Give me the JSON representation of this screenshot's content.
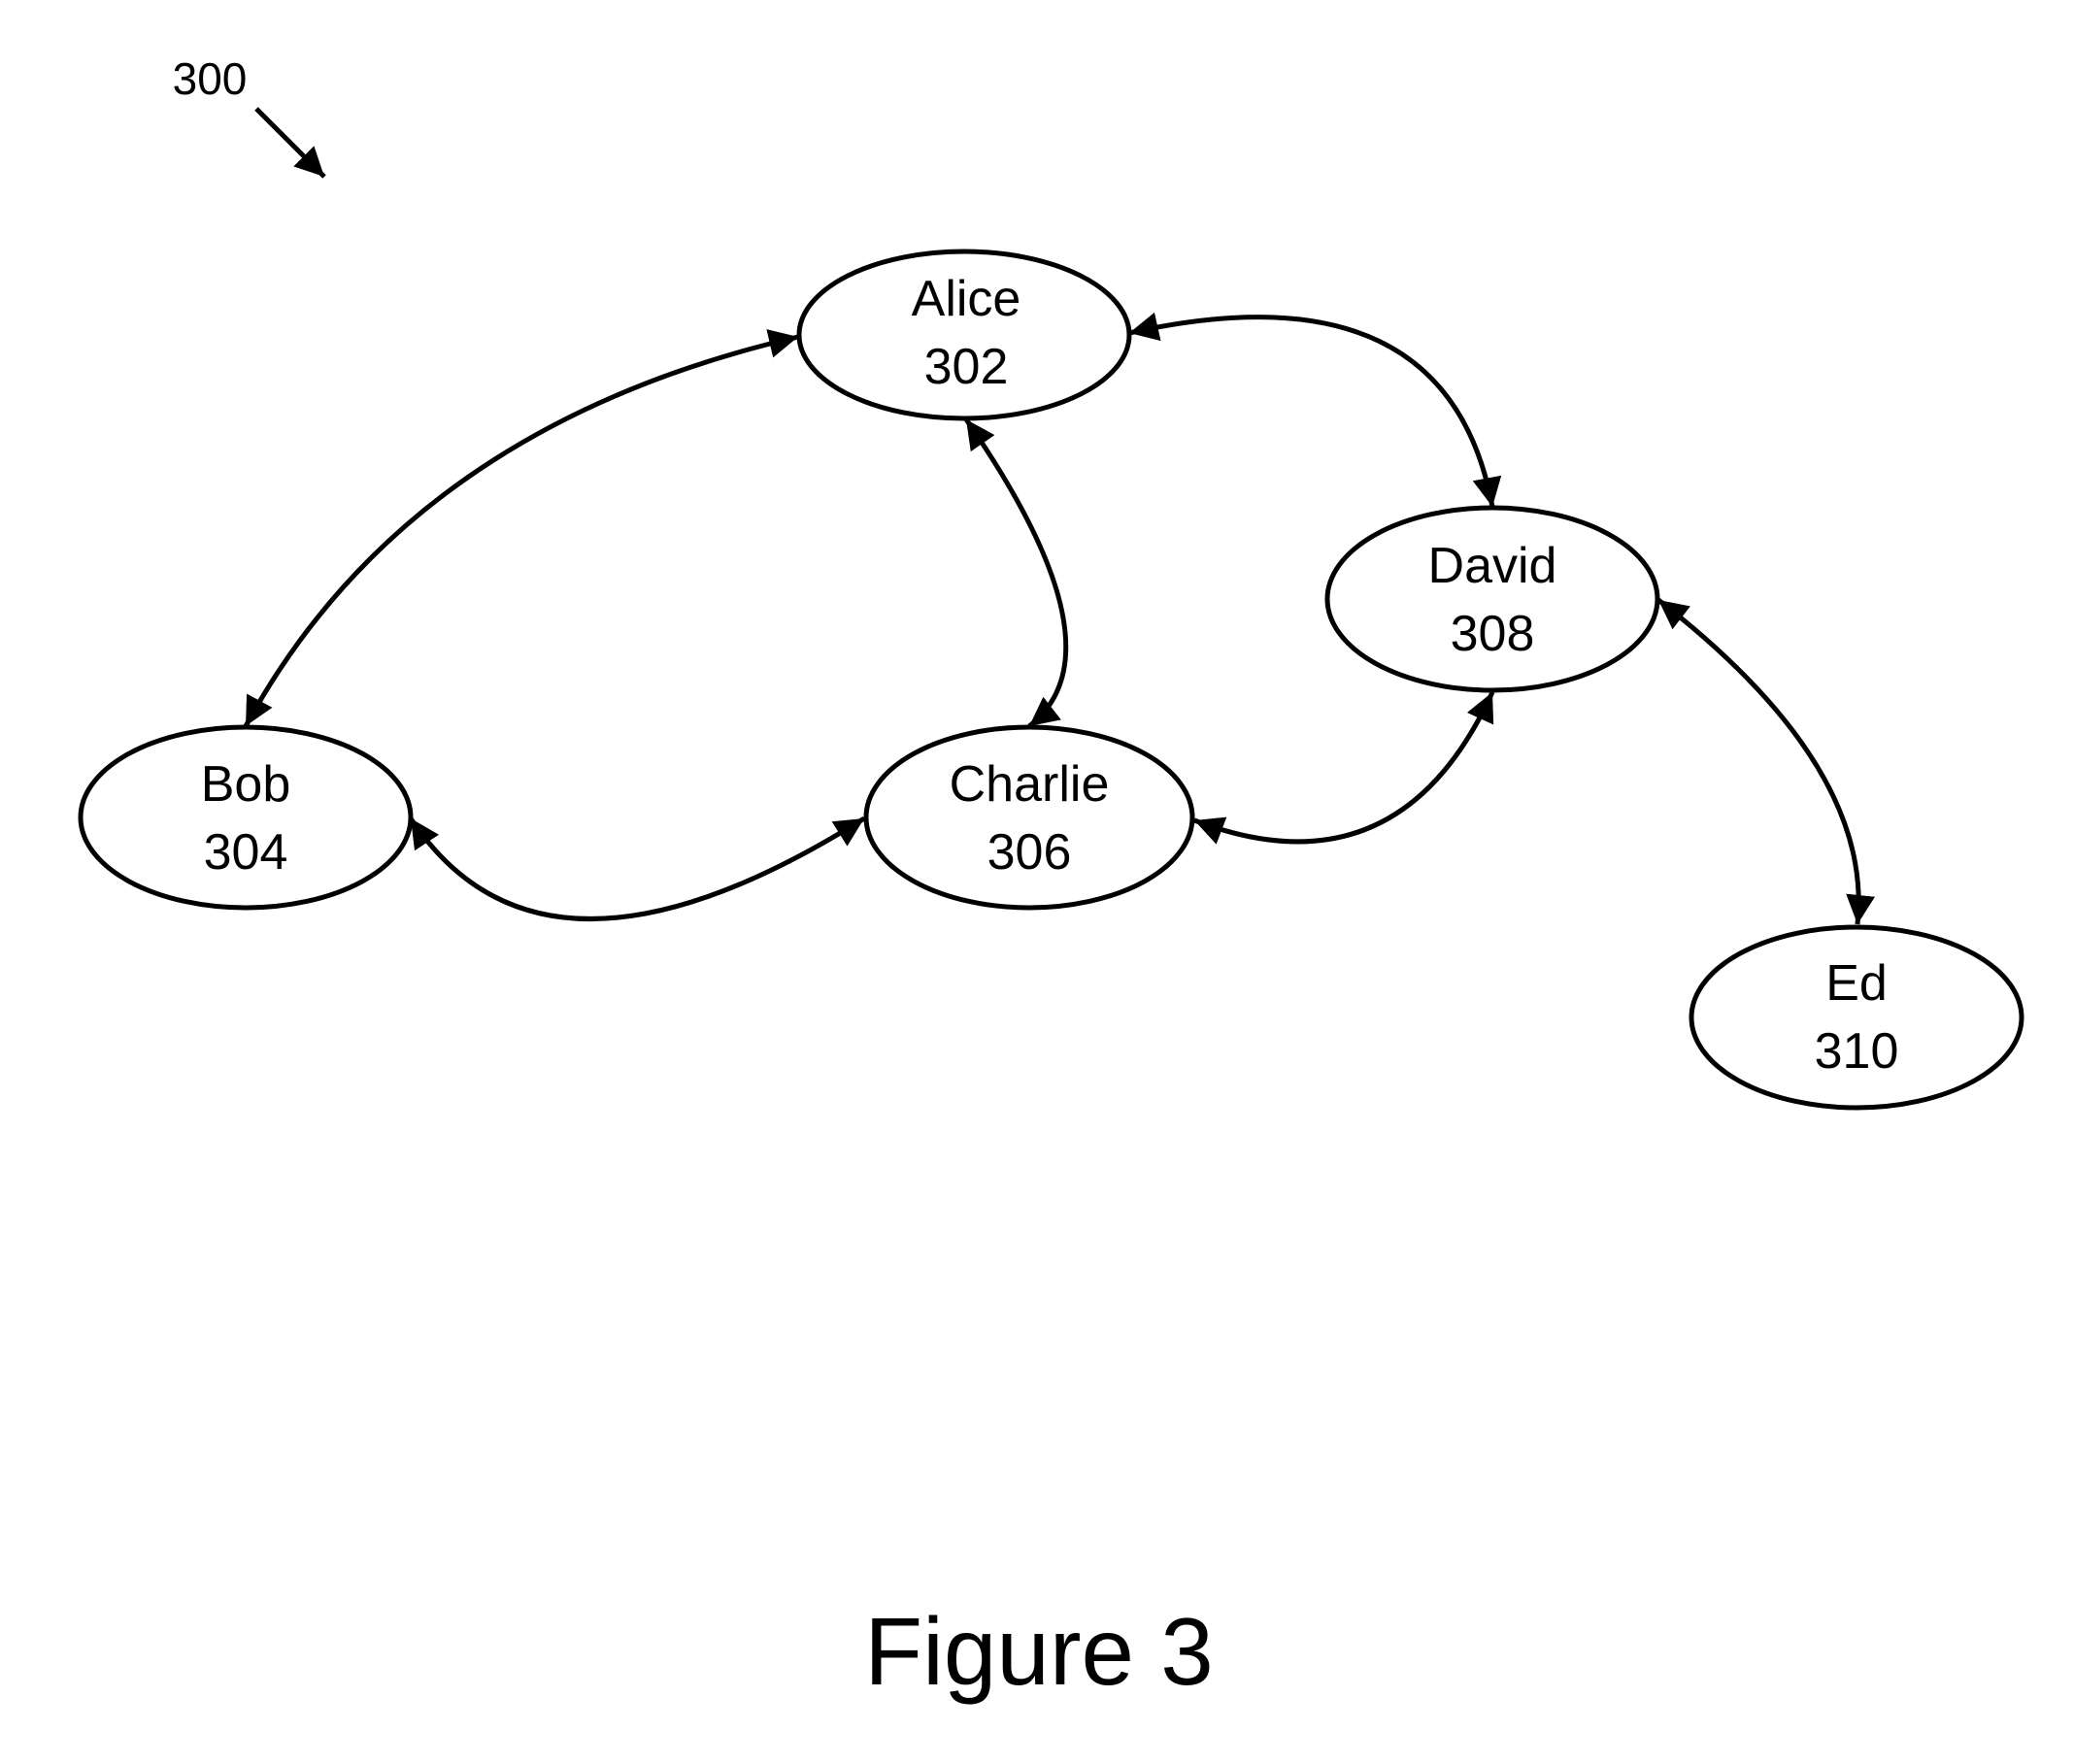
{
  "figure": {
    "reference_label": "300",
    "caption": "Figure 3",
    "line_color": "#000000",
    "background": "#ffffff"
  },
  "nodes": [
    {
      "id": "alice",
      "name": "Alice",
      "ref": "302"
    },
    {
      "id": "bob",
      "name": "Bob",
      "ref": "304"
    },
    {
      "id": "charlie",
      "name": "Charlie",
      "ref": "306"
    },
    {
      "id": "david",
      "name": "David",
      "ref": "308"
    },
    {
      "id": "ed",
      "name": "Ed",
      "ref": "310"
    }
  ],
  "edges": [
    {
      "from": "alice",
      "to": "bob",
      "direction": "bidirectional"
    },
    {
      "from": "alice",
      "to": "charlie",
      "direction": "bidirectional"
    },
    {
      "from": "alice",
      "to": "david",
      "direction": "bidirectional"
    },
    {
      "from": "bob",
      "to": "charlie",
      "direction": "bidirectional"
    },
    {
      "from": "charlie",
      "to": "david",
      "direction": "bidirectional"
    },
    {
      "from": "david",
      "to": "ed",
      "direction": "bidirectional"
    }
  ]
}
